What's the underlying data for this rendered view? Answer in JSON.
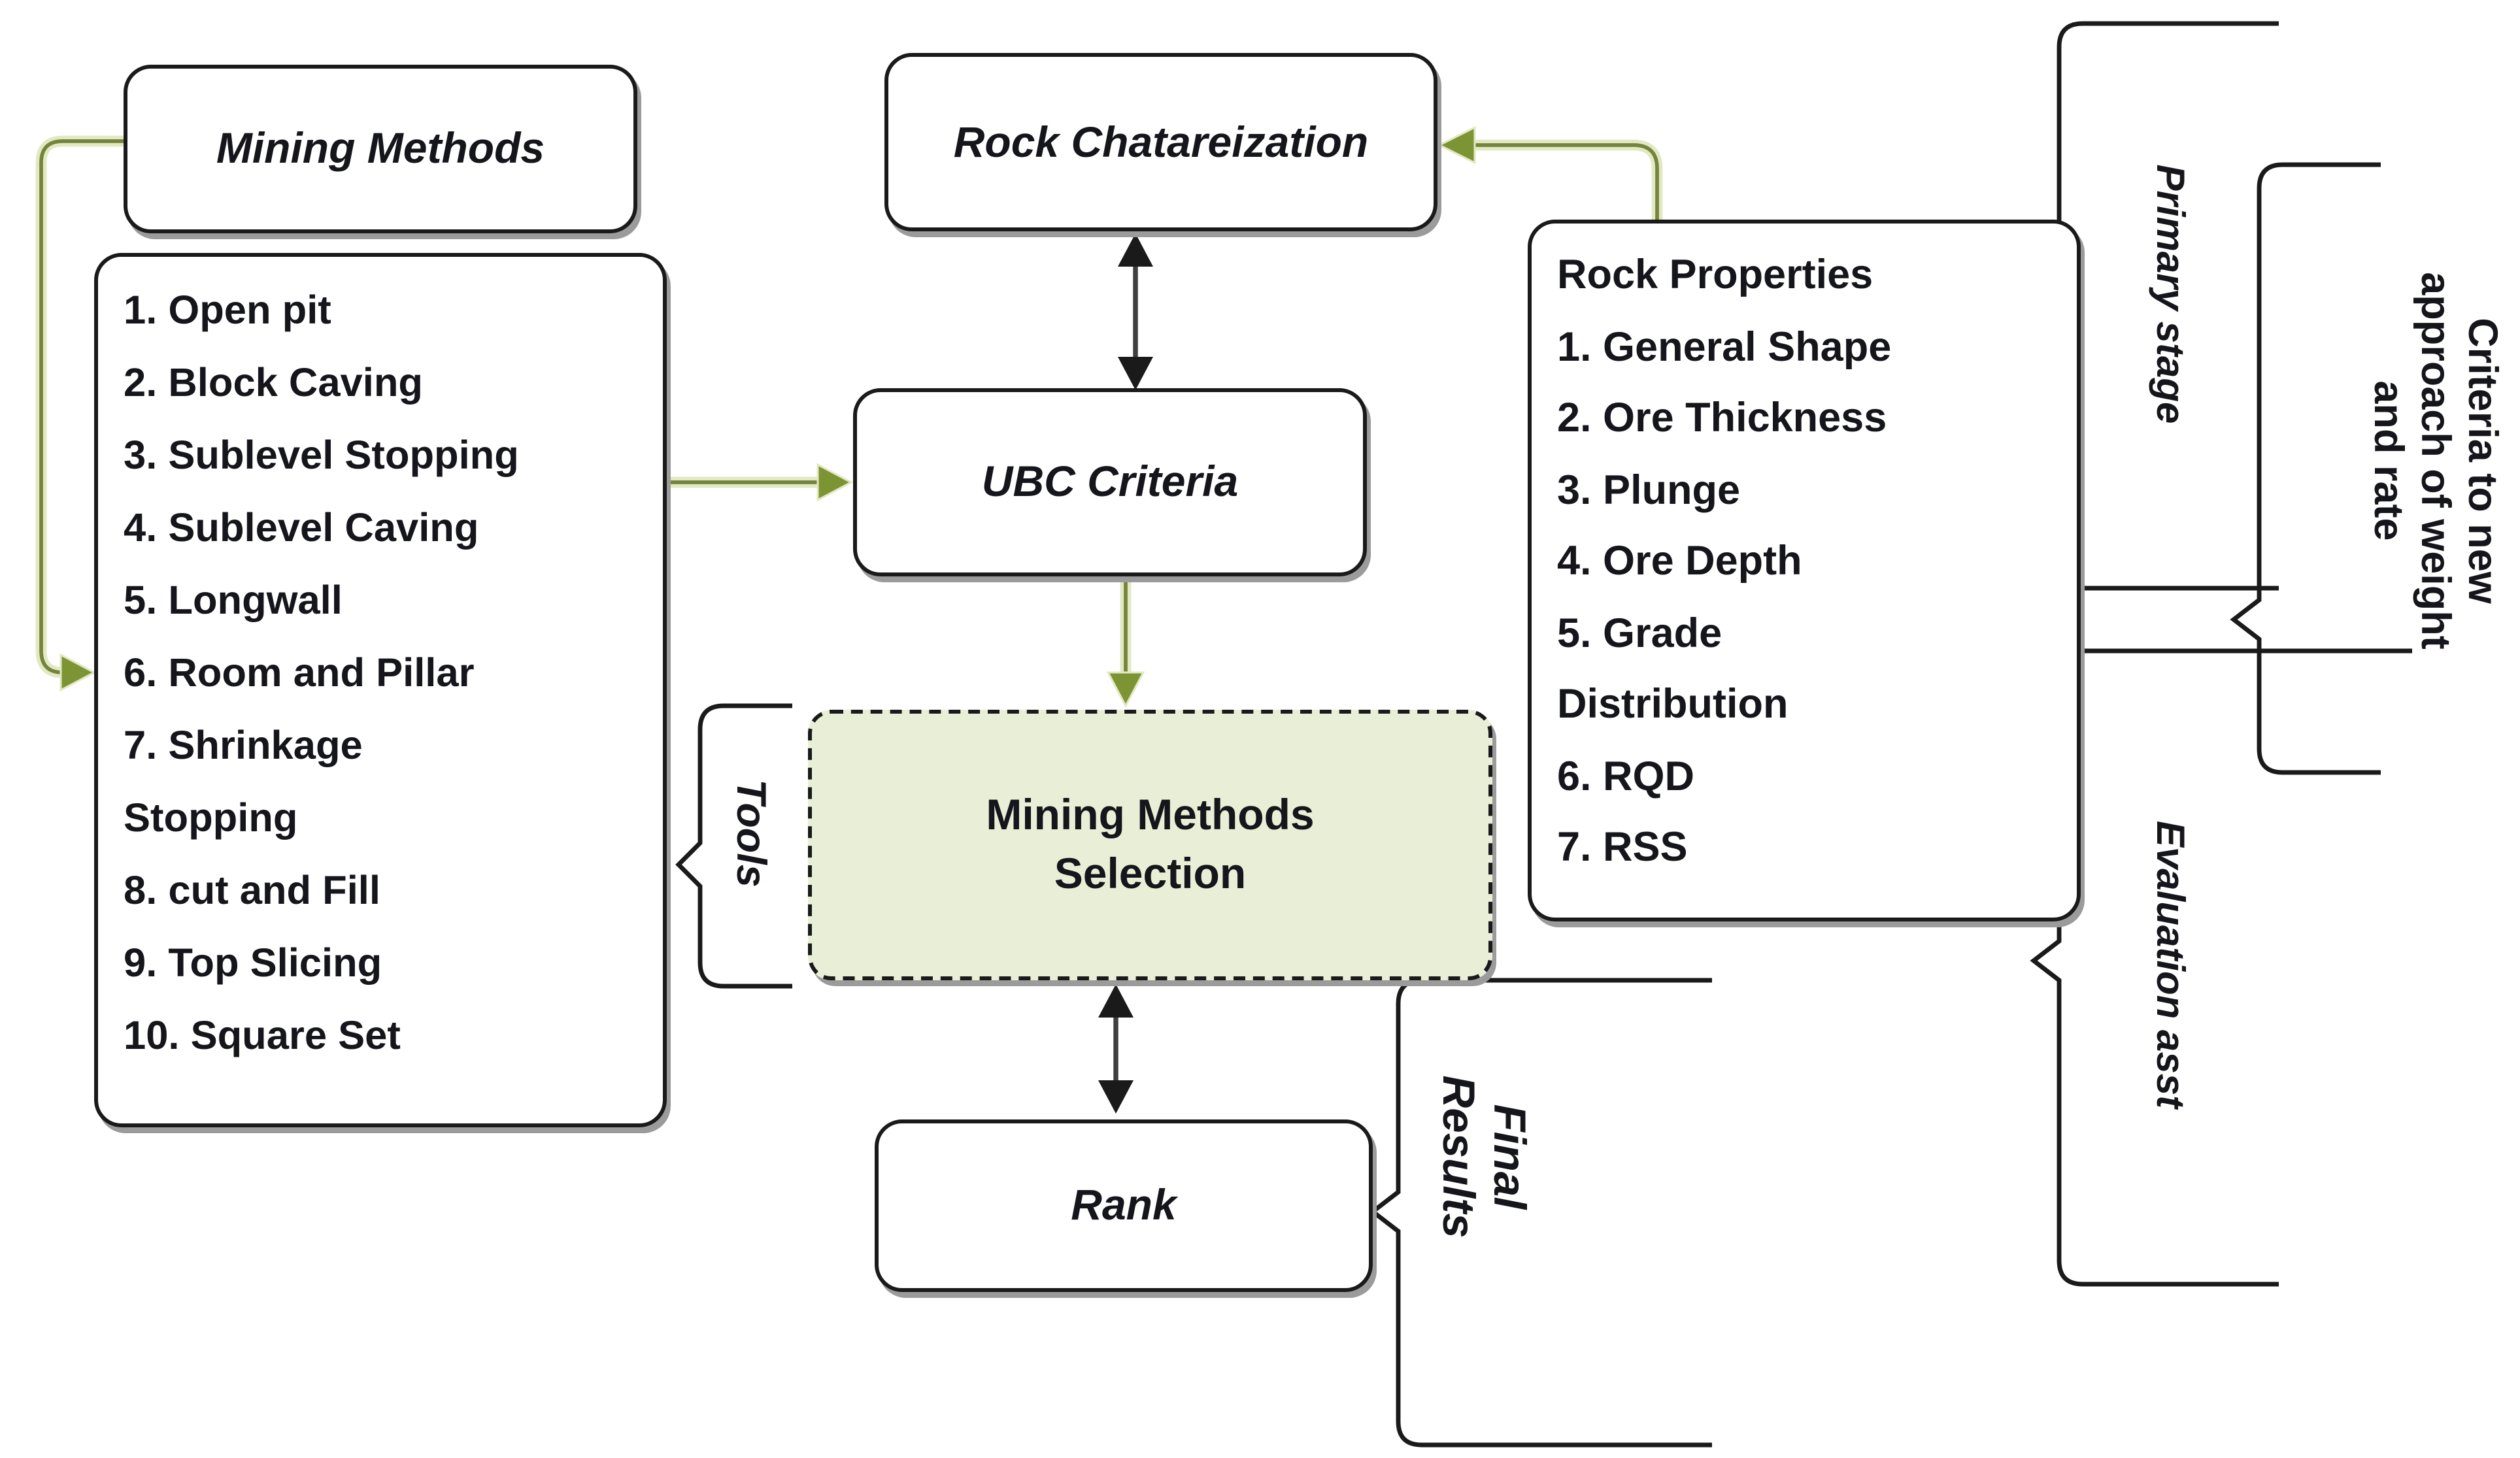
{
  "colors": {
    "ink": "#1a1a1a",
    "paper": "#ffffff",
    "text": "#15151c",
    "shadow": "#9b9b9b",
    "green_fill": "#e9efd6",
    "green_core": "#75843c",
    "green_halo": "#e2e8c2",
    "green_head": "#7d9434"
  },
  "boxes": {
    "mining_methods_title": {
      "label": "Mining Methods"
    },
    "mining_methods_list": {
      "lines": [
        "1. Open pit",
        "2. Block Caving",
        "3. Sublevel Stopping",
        "4. Sublevel Caving",
        "5. Longwall",
        "6. Room and Pillar",
        "7. Shrinkage",
        "Stopping",
        "8. cut and Fill",
        "9. Top Slicing",
        "10. Square Set"
      ]
    },
    "rock_characterization": {
      "label": "Rock Chatareization"
    },
    "ubc_criteria": {
      "label": "UBC Criteria"
    },
    "mining_methods_selection": {
      "lines": [
        "Mining Methods",
        "Selection"
      ]
    },
    "rank": {
      "label": "Rank"
    },
    "rock_properties": {
      "lines": [
        "Rock Properties",
        "1. General Shape",
        "2. Ore Thickness",
        "3. Plunge",
        "4. Ore Depth",
        "5. Grade",
        "Distribution",
        "6. RQD",
        "7. RSS"
      ]
    }
  },
  "labels": {
    "tools": "Tools",
    "primary_stage": "Primary stage",
    "evaluation_asst": "Evaluation asst",
    "criteria_note": {
      "lines": [
        "Criteria to new",
        "approach of weight",
        "and rate"
      ]
    },
    "final_results": {
      "lines": [
        "Final",
        "Results"
      ]
    }
  }
}
